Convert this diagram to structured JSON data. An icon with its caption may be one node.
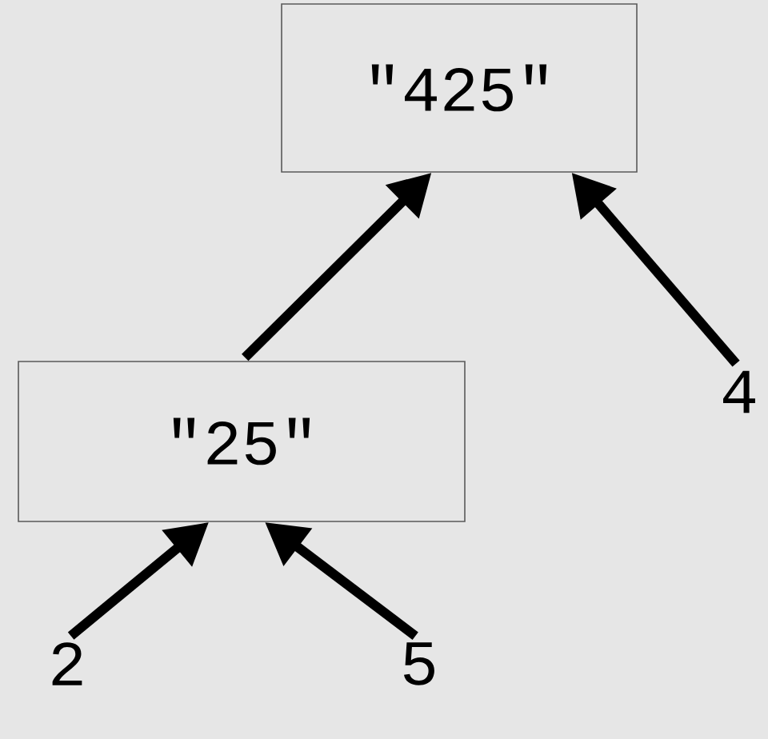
{
  "diagram": {
    "nodes": [
      {
        "text": [
          "\"425\""
        ]
      },
      {
        "text": [
          "\"25\""
        ]
      },
      {
        "text": [
          "2"
        ]
      },
      {
        "text": [
          "5"
        ]
      },
      {
        "text": [
          "4"
        ]
      }
    ],
    "edges": [
      {
        "from": 1,
        "to": 0,
        "arrow": "to"
      },
      {
        "from": 4,
        "to": 0,
        "arrow": "to"
      },
      {
        "from": 2,
        "to": 1,
        "arrow": "to"
      },
      {
        "from": 3,
        "to": 1,
        "arrow": "to"
      }
    ]
  }
}
